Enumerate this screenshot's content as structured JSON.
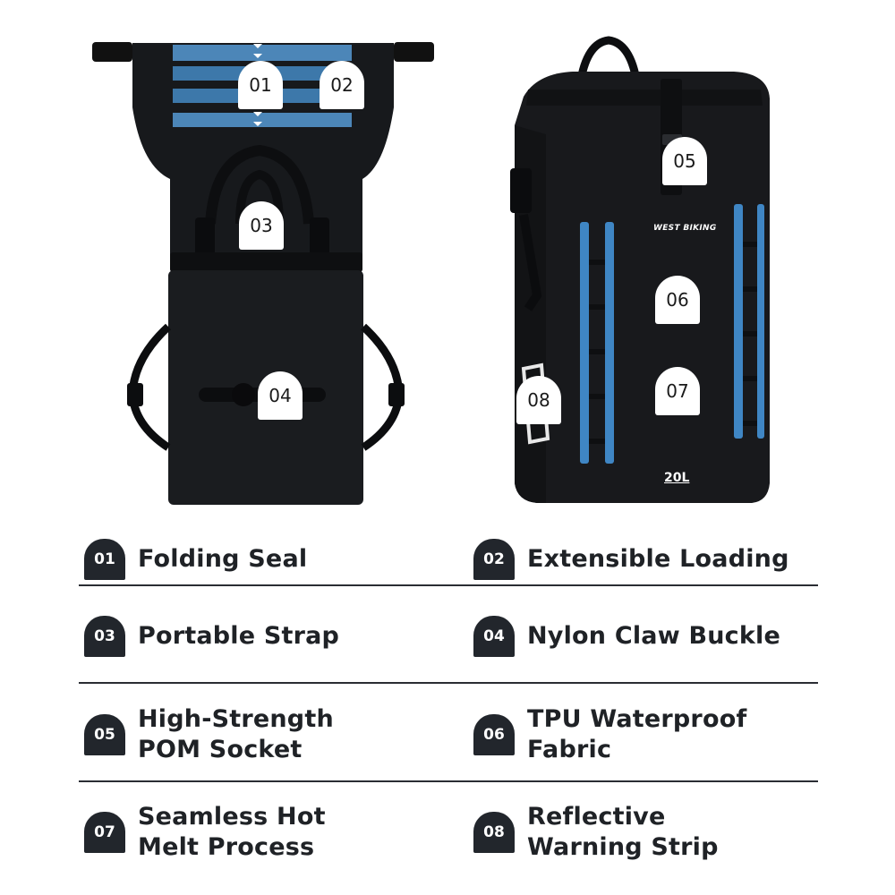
{
  "product": {
    "capacity_label": "20L",
    "brand_label": "WEST BIKING"
  },
  "callouts": [
    "01",
    "02",
    "03",
    "04",
    "05",
    "06",
    "07",
    "08"
  ],
  "features": [
    {
      "number": "01",
      "lines": [
        "Folding Seal"
      ]
    },
    {
      "number": "02",
      "lines": [
        "Extensible Loading"
      ]
    },
    {
      "number": "03",
      "lines": [
        "Portable Strap"
      ]
    },
    {
      "number": "04",
      "lines": [
        "Nylon Claw Buckle"
      ]
    },
    {
      "number": "05",
      "lines": [
        "High-Strength",
        "POM Socket"
      ]
    },
    {
      "number": "06",
      "lines": [
        "TPU Waterproof Fabric"
      ]
    },
    {
      "number": "07",
      "lines": [
        "Seamless Hot",
        "Melt Process"
      ]
    },
    {
      "number": "08",
      "lines": [
        "Reflective",
        "Warning Strip"
      ]
    }
  ],
  "colors": {
    "bag_body": "#16181b",
    "reflective_strip": "#3f86c4",
    "badge": "#22262c",
    "text": "#1f2226"
  }
}
